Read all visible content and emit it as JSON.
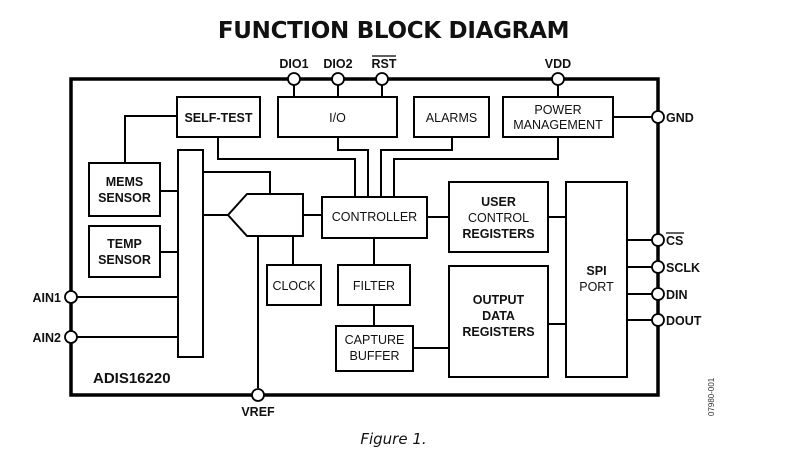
{
  "title": "FUNCTION BLOCK DIAGRAM",
  "caption": "Figure 1.",
  "part_number": "ADIS16220",
  "figure_code": "07980-001",
  "blocks": {
    "self_test": [
      "SELF-TEST"
    ],
    "io": [
      "I/O"
    ],
    "alarms": [
      "ALARMS"
    ],
    "power_management": [
      "POWER",
      "MANAGEMENT"
    ],
    "mems_sensor": [
      "MEMS",
      "SENSOR"
    ],
    "temp_sensor": [
      "TEMP",
      "SENSOR"
    ],
    "controller": [
      "CONTROLLER"
    ],
    "user_control_registers": [
      "USER",
      "CONTROL",
      "REGISTERS"
    ],
    "clock": [
      "CLOCK"
    ],
    "filter": [
      "FILTER"
    ],
    "capture_buffer": [
      "CAPTURE",
      "BUFFER"
    ],
    "output_data_registers": [
      "OUTPUT",
      "DATA",
      "REGISTERS"
    ],
    "spi_port": [
      "SPI",
      "PORT"
    ],
    "mux": [],
    "adc": []
  },
  "pins": {
    "dio1": "DIO1",
    "dio2": "DIO2",
    "rst": "RST",
    "vdd": "VDD",
    "gnd": "GND",
    "cs": "CS",
    "sclk": "SCLK",
    "din": "DIN",
    "dout": "DOUT",
    "ain1": "AIN1",
    "ain2": "AIN2",
    "vref": "VREF"
  },
  "overlined_pins": [
    "RST",
    "CS"
  ]
}
